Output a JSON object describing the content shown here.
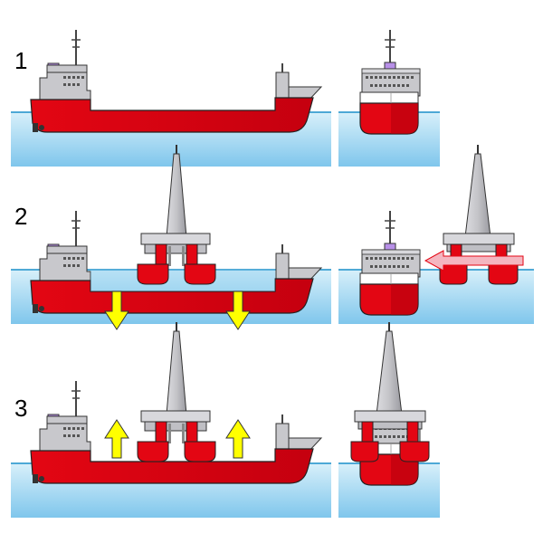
{
  "steps": [
    {
      "number": "1"
    },
    {
      "number": "2"
    },
    {
      "number": "3"
    }
  ],
  "colors": {
    "hull_red": "#e30613",
    "hull_dark": "#b3000c",
    "superstructure": "#c8c8cc",
    "water_top": "#d8f0fa",
    "water_bottom": "#7fc6ec",
    "waterline": "#1a8fc9",
    "platform_gray": "#cfcfd3",
    "funnel_purple": "#b890e8",
    "arrow_yellow": "#ffff00",
    "arrow_pink": "#f4b6c0"
  }
}
